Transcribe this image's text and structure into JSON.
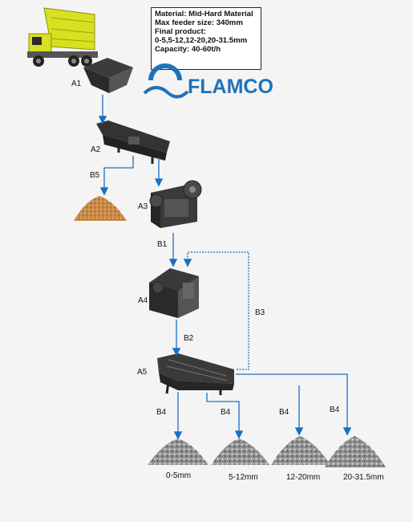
{
  "info_box": {
    "material": "Material: Mid-Hard Material",
    "feeder_size": "Max feeder size: 340mm",
    "final_product_label": "Final product:",
    "final_product_sizes": "0-5,5-12,12-20,20-31.5mm",
    "capacity": "Capacity:   40-60t/h"
  },
  "logo": {
    "text": "FLAMCO",
    "color": "#1f72b8"
  },
  "equipment": {
    "a1": "A1",
    "a2": "A2",
    "a3": "A3",
    "a4": "A4",
    "a5": "A5"
  },
  "flows": {
    "b1": "B1",
    "b2": "B2",
    "b3": "B3",
    "b5": "B5",
    "b4_1": "B4",
    "b4_2": "B4",
    "b4_3": "B4",
    "b4_4": "B4"
  },
  "products": {
    "p1": "0-5mm",
    "p2": "5-12mm",
    "p3": "12-20mm",
    "p4": "20-31.5mm"
  },
  "colors": {
    "arrow": "#1a6fc4",
    "machine": "#3a3a3a",
    "truck_body": "#d8e020"
  }
}
